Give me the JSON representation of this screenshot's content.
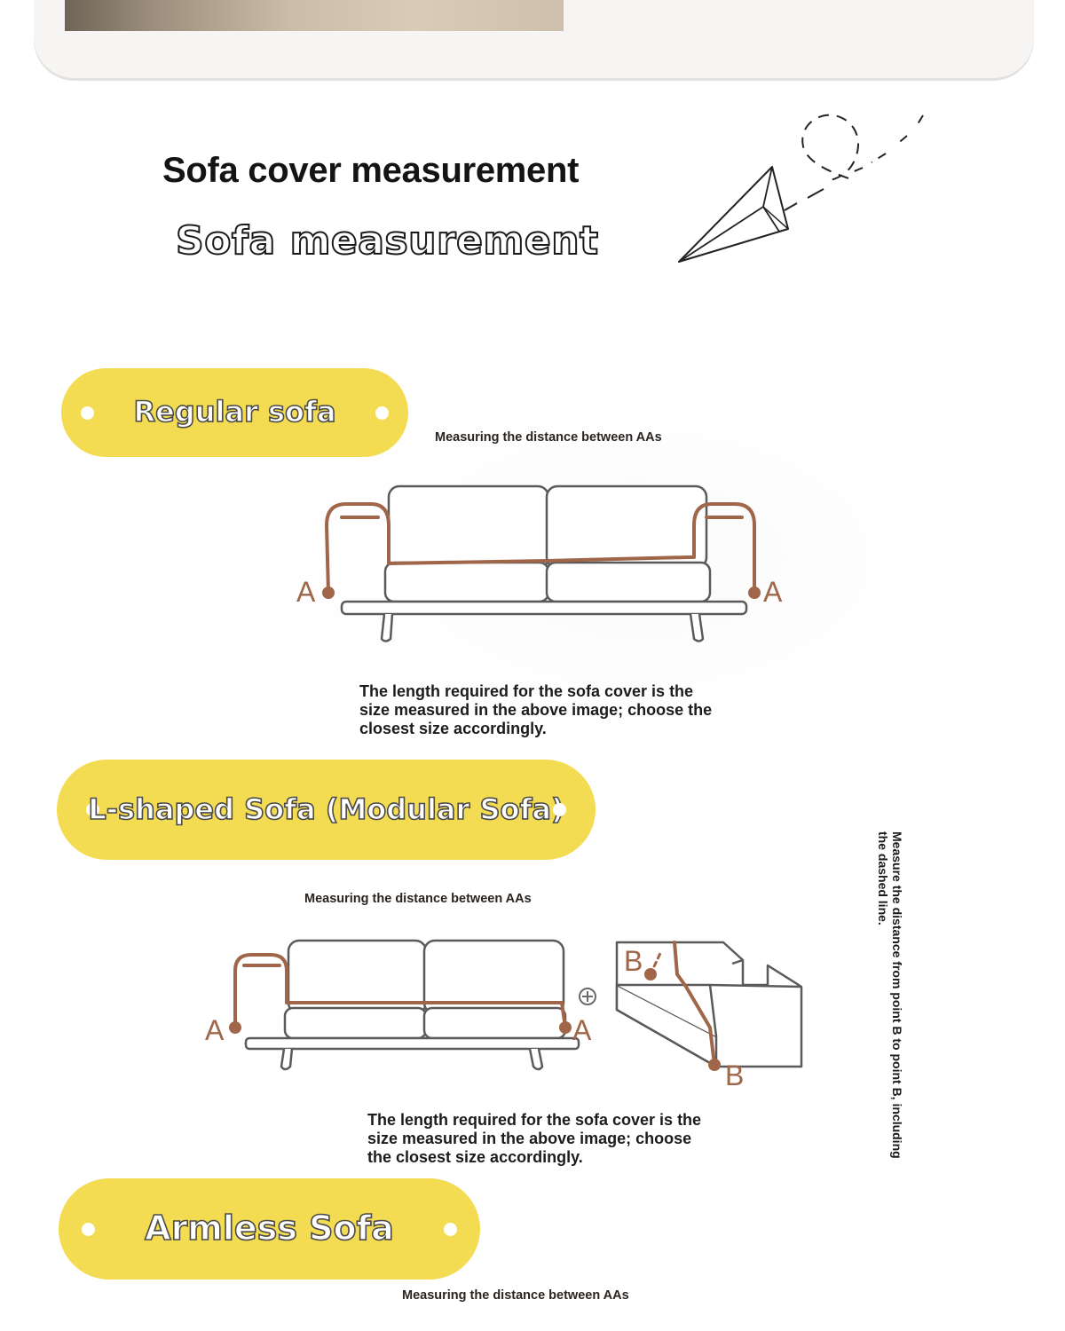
{
  "header": {
    "title": "Sofa cover measurement",
    "subtitle": "Sofa measurement"
  },
  "sections": [
    {
      "badge": "Regular sofa",
      "caption": "Measuring the distance between AAs",
      "point_labels": [
        "A",
        "A"
      ],
      "description": "The length required for the sofa cover is the size measured in the above image; choose the closest size accordingly."
    },
    {
      "badge": "L-shaped Sofa (Modular Sofa)",
      "caption": "Measuring the distance between AAs",
      "point_labels": [
        "A",
        "A",
        "B",
        "B"
      ],
      "description": "The length required for the sofa cover is the size measured in the above image; choose the closest size accordingly.",
      "side_note": "Measure the distance from point B to point B, including the dashed line."
    },
    {
      "badge": "Armless Sofa",
      "caption": "Measuring the distance between AAs"
    }
  ],
  "colors": {
    "badge": "#f4dc52",
    "measure_line": "#a0664a",
    "outline": "#5a5a5a"
  },
  "icons": {
    "decoration": "paper-plane-icon",
    "plus": "plus-circle-icon"
  }
}
